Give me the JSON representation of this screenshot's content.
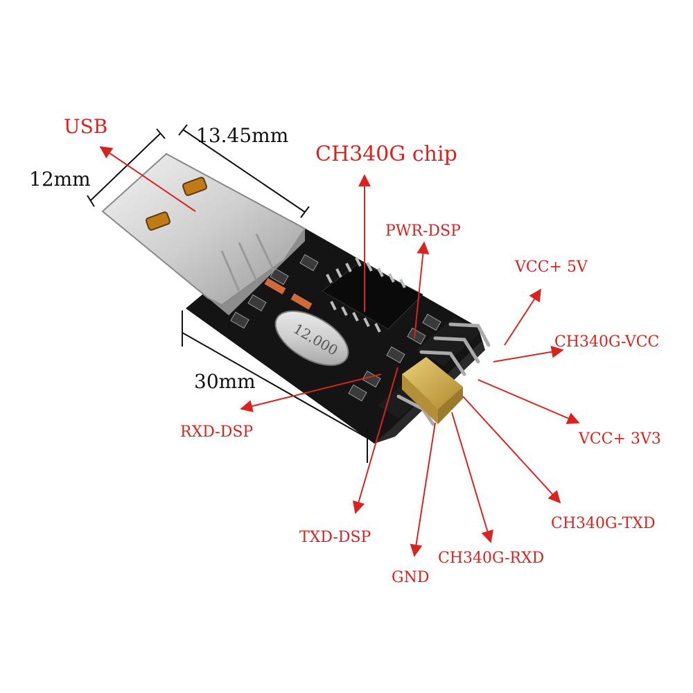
{
  "labels": {
    "usb": "USB",
    "width_12": "12mm",
    "width_1345": "13.45mm",
    "chip": "CH340G chip",
    "pwr_dsp": "PWR-DSP",
    "vcc_5v": "VCC+ 5V",
    "ch340g_vcc": "CH340G-VCC",
    "length_30": "30mm",
    "rxd_dsp": "RXD-DSP",
    "vcc_3v3": "VCC+ 3V3",
    "ch340g_txd": "CH340G-TXD",
    "txd_dsp": "TXD-DSP",
    "ch340g_rxd": "CH340G-RXD",
    "gnd": "GND"
  },
  "board": {
    "crystal_marking": "12.000"
  },
  "colors": {
    "annotation_red": "#d8231f",
    "pcb_black": "#141414",
    "usb_metal": "#cfcfcf",
    "jumper_gold": "#c9a44a"
  }
}
